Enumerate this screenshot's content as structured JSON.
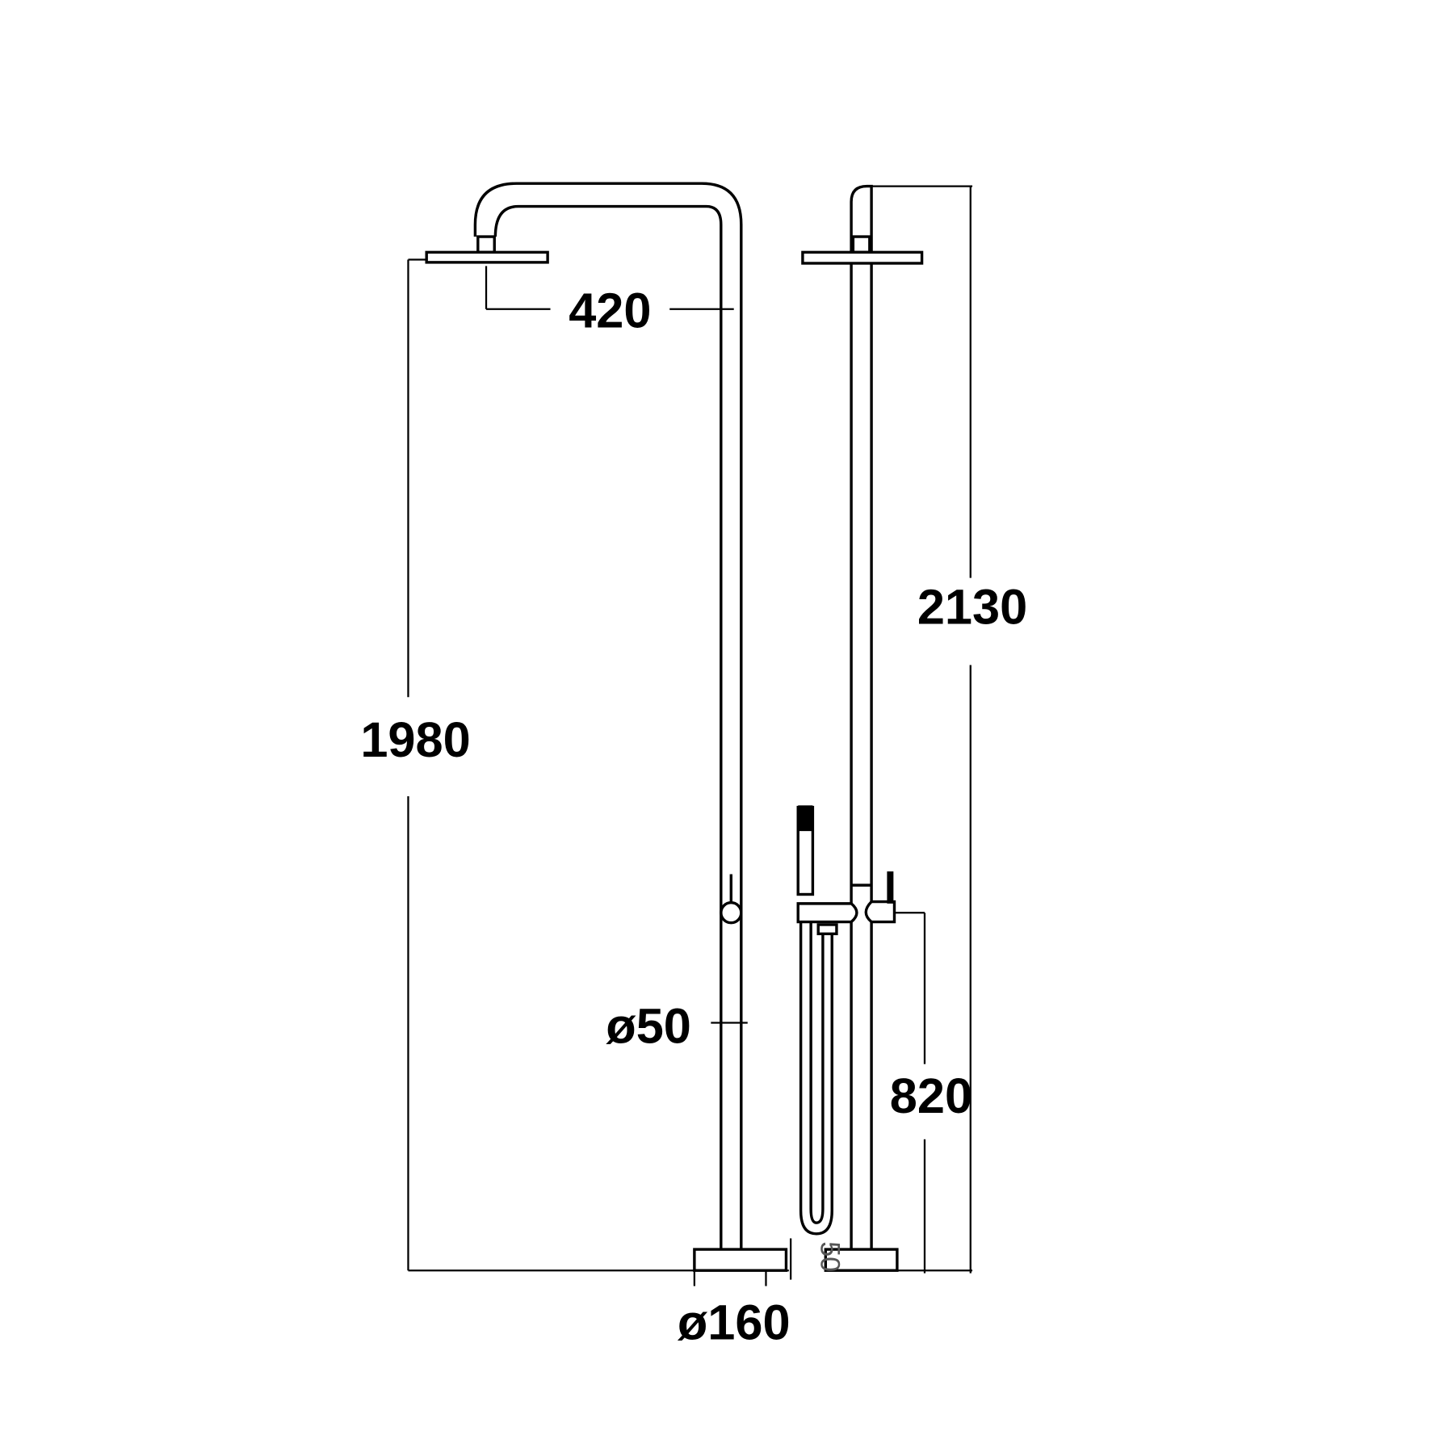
{
  "title": "Freestanding shower column dimension drawing",
  "dimensions": {
    "arm_reach": "420",
    "head_height": "1980",
    "total_height": "2130",
    "pipe_diameter": "ø50",
    "mixer_height": "820",
    "base_diameter": "ø160",
    "base_offset": "50"
  },
  "colors": {
    "line": "#000000",
    "background": "#ffffff"
  }
}
